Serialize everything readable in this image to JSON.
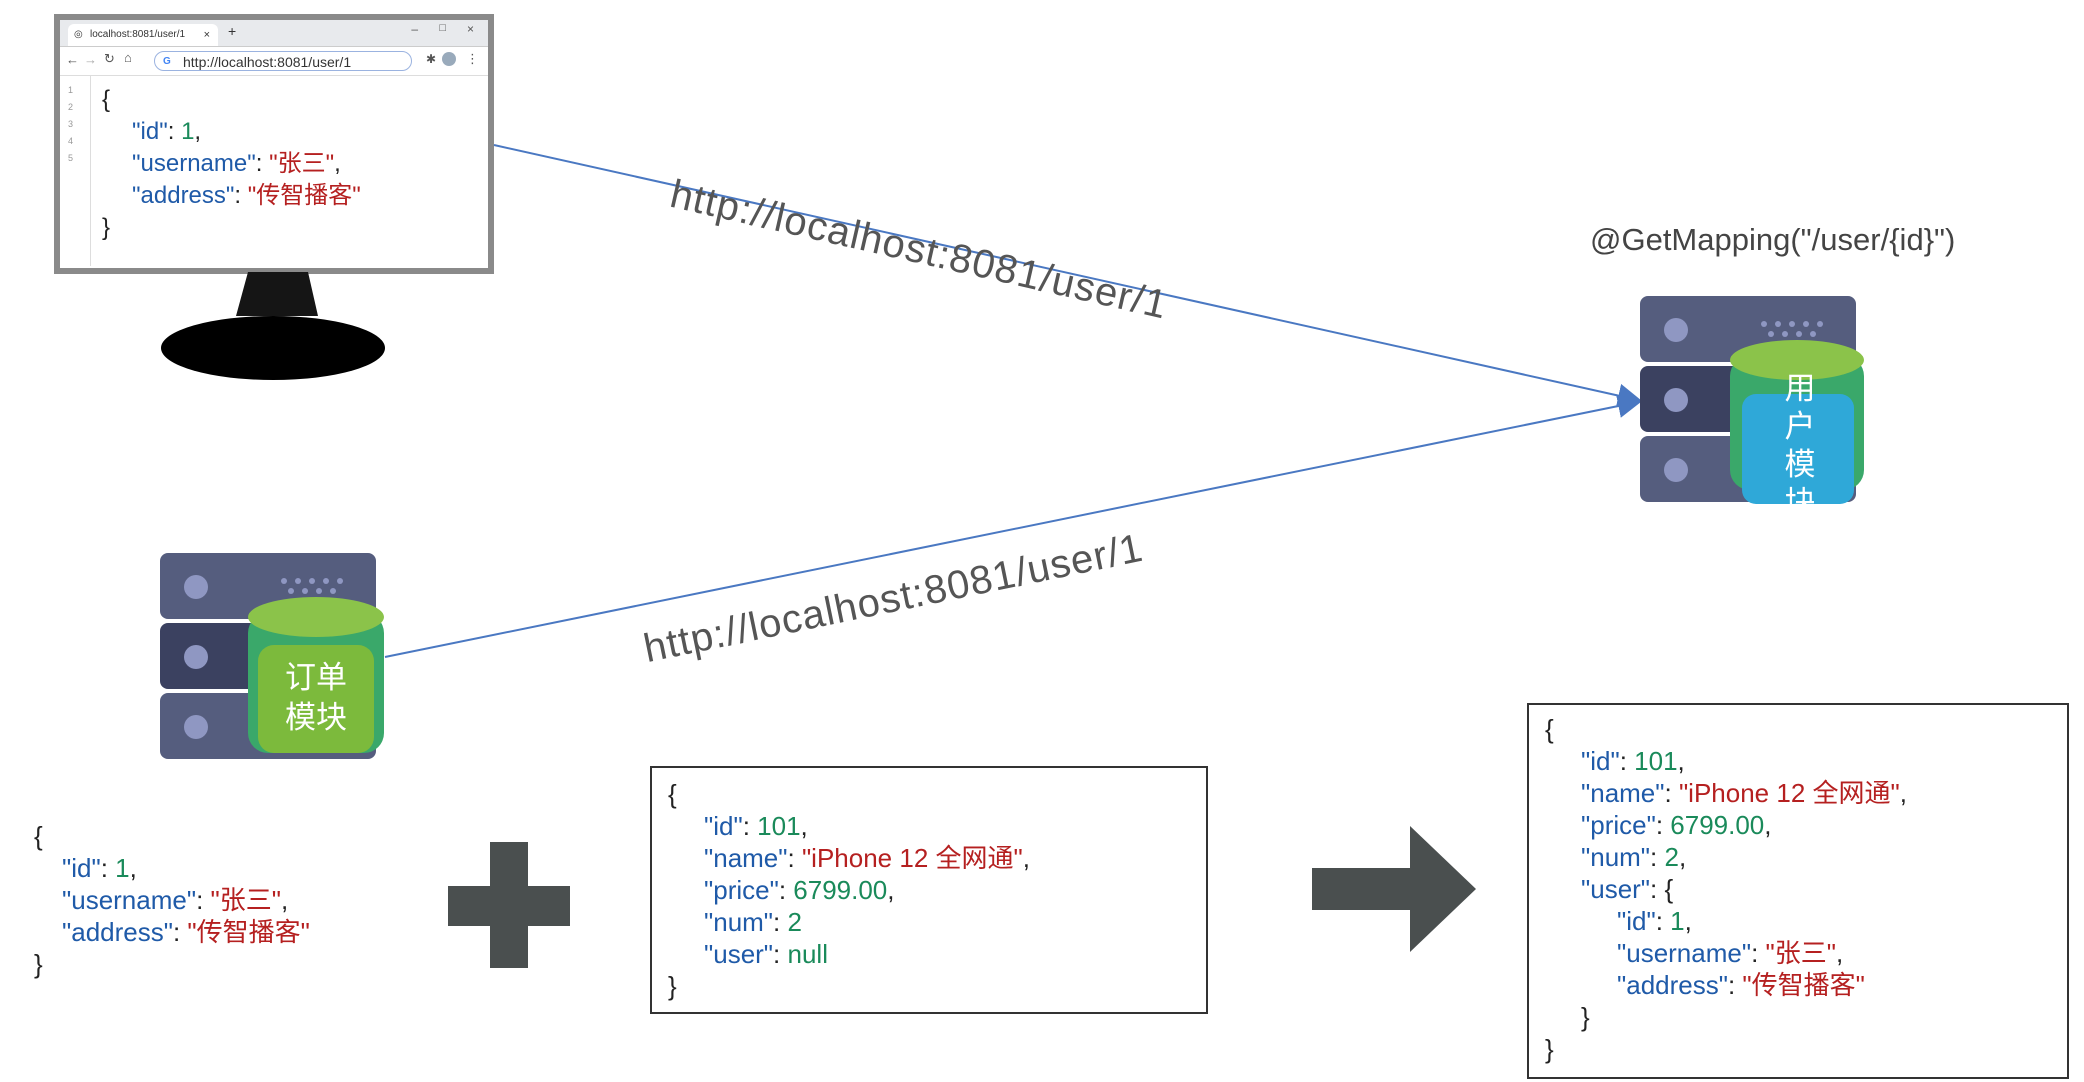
{
  "browser": {
    "tab_title": "localhost:8081/user/1",
    "url": "http://localhost:8081/user/1",
    "line_numbers": [
      "1",
      "2",
      "3",
      "4",
      "5"
    ],
    "json_lines": [
      {
        "indent": 0,
        "parts": [
          {
            "c": "p",
            "t": "{"
          }
        ]
      },
      {
        "indent": 1,
        "parts": [
          {
            "c": "k",
            "t": "\"id\""
          },
          {
            "c": "p",
            "t": ": "
          },
          {
            "c": "n",
            "t": "1"
          },
          {
            "c": "p",
            "t": ","
          }
        ]
      },
      {
        "indent": 1,
        "parts": [
          {
            "c": "k",
            "t": "\"username\""
          },
          {
            "c": "p",
            "t": ": "
          },
          {
            "c": "s",
            "t": "\"张三\""
          },
          {
            "c": "p",
            "t": ","
          }
        ]
      },
      {
        "indent": 1,
        "parts": [
          {
            "c": "k",
            "t": "\"address\""
          },
          {
            "c": "p",
            "t": ": "
          },
          {
            "c": "s",
            "t": "\"传智播客\""
          }
        ]
      },
      {
        "indent": 0,
        "parts": [
          {
            "c": "p",
            "t": "}"
          }
        ]
      }
    ]
  },
  "arrows": {
    "url_top": "http://localhost:8081/user/1",
    "url_bottom": "http://localhost:8081/user/1"
  },
  "user_server": {
    "mapping": "@GetMapping(\"/user/{id}\")",
    "label_lines": [
      "用",
      "户",
      "模",
      "块"
    ]
  },
  "order_server": {
    "label_lines": [
      "订单",
      "模块"
    ]
  },
  "user_json": [
    {
      "indent": 0,
      "parts": [
        {
          "c": "p",
          "t": "{"
        }
      ]
    },
    {
      "indent": 1,
      "parts": [
        {
          "c": "k",
          "t": "\"id\""
        },
        {
          "c": "p",
          "t": ": "
        },
        {
          "c": "n",
          "t": "1"
        },
        {
          "c": "p",
          "t": ","
        }
      ]
    },
    {
      "indent": 1,
      "parts": [
        {
          "c": "k",
          "t": "\"username\""
        },
        {
          "c": "p",
          "t": ": "
        },
        {
          "c": "s",
          "t": "\"张三\""
        },
        {
          "c": "p",
          "t": ","
        }
      ]
    },
    {
      "indent": 1,
      "parts": [
        {
          "c": "k",
          "t": "\"address\""
        },
        {
          "c": "p",
          "t": ": "
        },
        {
          "c": "s",
          "t": "\"传智播客\""
        }
      ]
    },
    {
      "indent": 0,
      "parts": [
        {
          "c": "p",
          "t": "}"
        }
      ]
    }
  ],
  "order_json": [
    {
      "indent": 0,
      "parts": [
        {
          "c": "p",
          "t": "{"
        }
      ]
    },
    {
      "indent": 1,
      "parts": [
        {
          "c": "k",
          "t": "\"id\""
        },
        {
          "c": "p",
          "t": ": "
        },
        {
          "c": "n",
          "t": "101"
        },
        {
          "c": "p",
          "t": ","
        }
      ]
    },
    {
      "indent": 1,
      "parts": [
        {
          "c": "k",
          "t": "\"name\""
        },
        {
          "c": "p",
          "t": ": "
        },
        {
          "c": "s",
          "t": "\"iPhone 12 全网通\""
        },
        {
          "c": "p",
          "t": ","
        }
      ]
    },
    {
      "indent": 1,
      "parts": [
        {
          "c": "k",
          "t": "\"price\""
        },
        {
          "c": "p",
          "t": ": "
        },
        {
          "c": "n",
          "t": "6799.00"
        },
        {
          "c": "p",
          "t": ","
        }
      ]
    },
    {
      "indent": 1,
      "parts": [
        {
          "c": "k",
          "t": "\"num\""
        },
        {
          "c": "p",
          "t": ": "
        },
        {
          "c": "n",
          "t": "2"
        }
      ]
    },
    {
      "indent": 1,
      "parts": [
        {
          "c": "k",
          "t": "\"user\""
        },
        {
          "c": "p",
          "t": ": "
        },
        {
          "c": "n",
          "t": "null"
        }
      ]
    },
    {
      "indent": 0,
      "parts": [
        {
          "c": "p",
          "t": "}"
        }
      ]
    }
  ],
  "result_json": [
    {
      "indent": 0,
      "parts": [
        {
          "c": "p",
          "t": "{"
        }
      ]
    },
    {
      "indent": 1,
      "parts": [
        {
          "c": "k",
          "t": "\"id\""
        },
        {
          "c": "p",
          "t": ": "
        },
        {
          "c": "n",
          "t": "101"
        },
        {
          "c": "p",
          "t": ","
        }
      ]
    },
    {
      "indent": 1,
      "parts": [
        {
          "c": "k",
          "t": "\"name\""
        },
        {
          "c": "p",
          "t": ": "
        },
        {
          "c": "s",
          "t": "\"iPhone 12 全网通\""
        },
        {
          "c": "p",
          "t": ","
        }
      ]
    },
    {
      "indent": 1,
      "parts": [
        {
          "c": "k",
          "t": "\"price\""
        },
        {
          "c": "p",
          "t": ": "
        },
        {
          "c": "n",
          "t": "6799.00"
        },
        {
          "c": "p",
          "t": ","
        }
      ]
    },
    {
      "indent": 1,
      "parts": [
        {
          "c": "k",
          "t": "\"num\""
        },
        {
          "c": "p",
          "t": ": "
        },
        {
          "c": "n",
          "t": "2"
        },
        {
          "c": "p",
          "t": ","
        }
      ]
    },
    {
      "indent": 1,
      "parts": [
        {
          "c": "k",
          "t": "\"user\""
        },
        {
          "c": "p",
          "t": ": {"
        }
      ]
    },
    {
      "indent": 2,
      "parts": [
        {
          "c": "k",
          "t": "\"id\""
        },
        {
          "c": "p",
          "t": ": "
        },
        {
          "c": "n",
          "t": "1"
        },
        {
          "c": "p",
          "t": ","
        }
      ]
    },
    {
      "indent": 2,
      "parts": [
        {
          "c": "k",
          "t": "\"username\""
        },
        {
          "c": "p",
          "t": ": "
        },
        {
          "c": "s",
          "t": "\"张三\""
        },
        {
          "c": "p",
          "t": ","
        }
      ]
    },
    {
      "indent": 2,
      "parts": [
        {
          "c": "k",
          "t": "\"address\""
        },
        {
          "c": "p",
          "t": ": "
        },
        {
          "c": "s",
          "t": "\"传智播客\""
        }
      ]
    },
    {
      "indent": 1,
      "parts": [
        {
          "c": "p",
          "t": "}"
        }
      ]
    },
    {
      "indent": 0,
      "parts": [
        {
          "c": "p",
          "t": "}"
        }
      ]
    }
  ],
  "colors": {
    "arrow_line": "#4a78c2",
    "server_body": "#4d5473",
    "db_green": "#8bc34a",
    "db_blue": "#2fa8d8",
    "operator": "#4a4f4f"
  }
}
